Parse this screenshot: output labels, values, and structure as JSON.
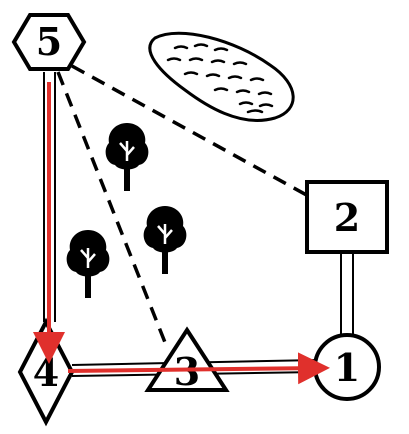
{
  "nodes": {
    "n1": {
      "label": "1",
      "shape": "circle"
    },
    "n2": {
      "label": "2",
      "shape": "square"
    },
    "n3": {
      "label": "3",
      "shape": "triangle"
    },
    "n4": {
      "label": "4",
      "shape": "diamond"
    },
    "n5": {
      "label": "5",
      "shape": "hexagon"
    }
  },
  "edges": [
    {
      "from": "5",
      "to": "4",
      "style": "double-line"
    },
    {
      "from": "4",
      "to": "1",
      "style": "double-line"
    },
    {
      "from": "2",
      "to": "1",
      "style": "double-line"
    },
    {
      "from": "5",
      "to": "3",
      "style": "dashed"
    },
    {
      "from": "5",
      "to": "2",
      "style": "dashed"
    }
  ],
  "route": [
    "5",
    "4",
    "1"
  ],
  "decorations": [
    "tree-icon",
    "tree-icon",
    "tree-icon",
    "pond-icon"
  ],
  "colors": {
    "route": "#e0302c",
    "ink": "#000000",
    "background": "#ffffff"
  }
}
